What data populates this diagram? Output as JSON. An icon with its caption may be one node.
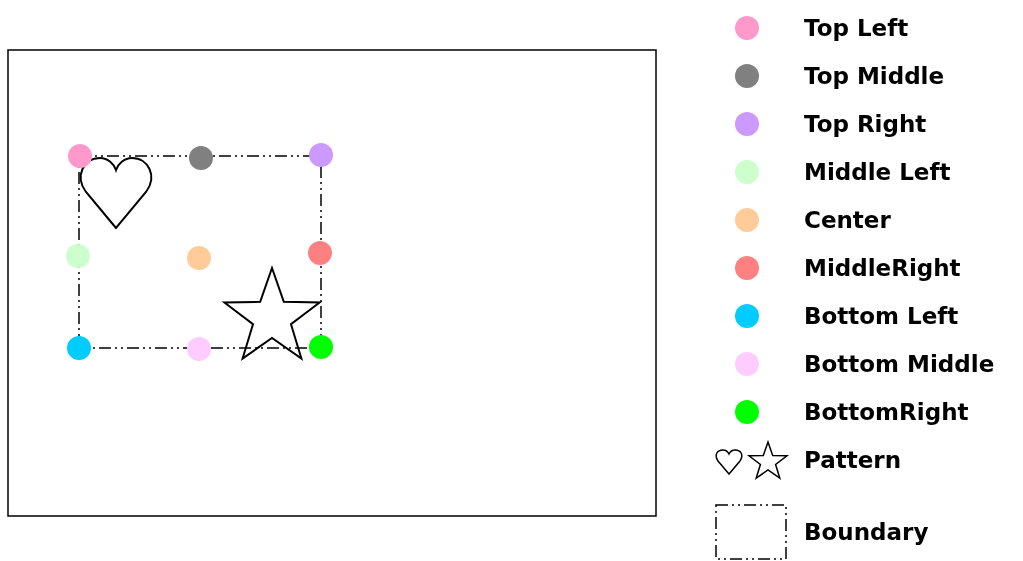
{
  "diagram": {
    "legend": [
      {
        "text": "Top Left",
        "color": "#ff99cc"
      },
      {
        "text": "Top Middle",
        "color": "#808080"
      },
      {
        "text": "Top Right",
        "color": "#cc99ff"
      },
      {
        "text": "Middle Left",
        "color": "#ccffcc"
      },
      {
        "text": "Center",
        "color": "#ffcc99"
      },
      {
        "text": "MiddleRight",
        "color": "#ff8080"
      },
      {
        "text": "Bottom Left",
        "color": "#00ccff"
      },
      {
        "text": "Bottom Middle",
        "color": "#ffccff"
      },
      {
        "text": "BottomRight",
        "color": "#00ff00"
      },
      {
        "text": "Pattern"
      },
      {
        "text": "Boundary"
      }
    ]
  }
}
